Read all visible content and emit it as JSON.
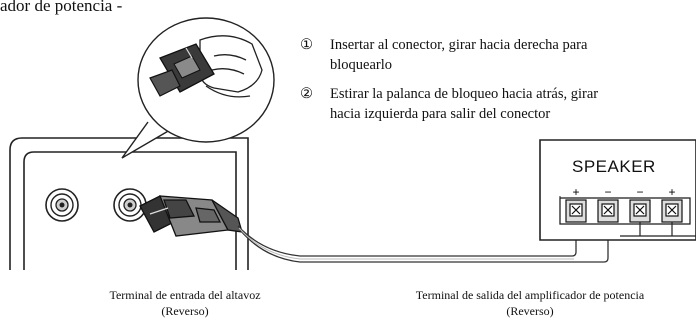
{
  "header": {
    "title_fragment": "ador de potencia -"
  },
  "instructions": [
    {
      "num": "①",
      "line1": "Insertar al conector, girar hacia derecha para",
      "line2": "bloquearlo"
    },
    {
      "num": "②",
      "line1": "Estirar la palanca de bloqueo hacia atrás, girar",
      "line2": "hacia izquierda para salir del conector"
    }
  ],
  "speaker_panel": {
    "label": "SPEAKER",
    "polarity": [
      "+",
      "−",
      "−",
      "+"
    ]
  },
  "captions": {
    "left_line1": "Terminal de entrada del altavoz",
    "left_line2": "(Reverso)",
    "right_line1": "Terminal de salida del amplificador de potencia",
    "right_line2": "(Reverso)"
  }
}
